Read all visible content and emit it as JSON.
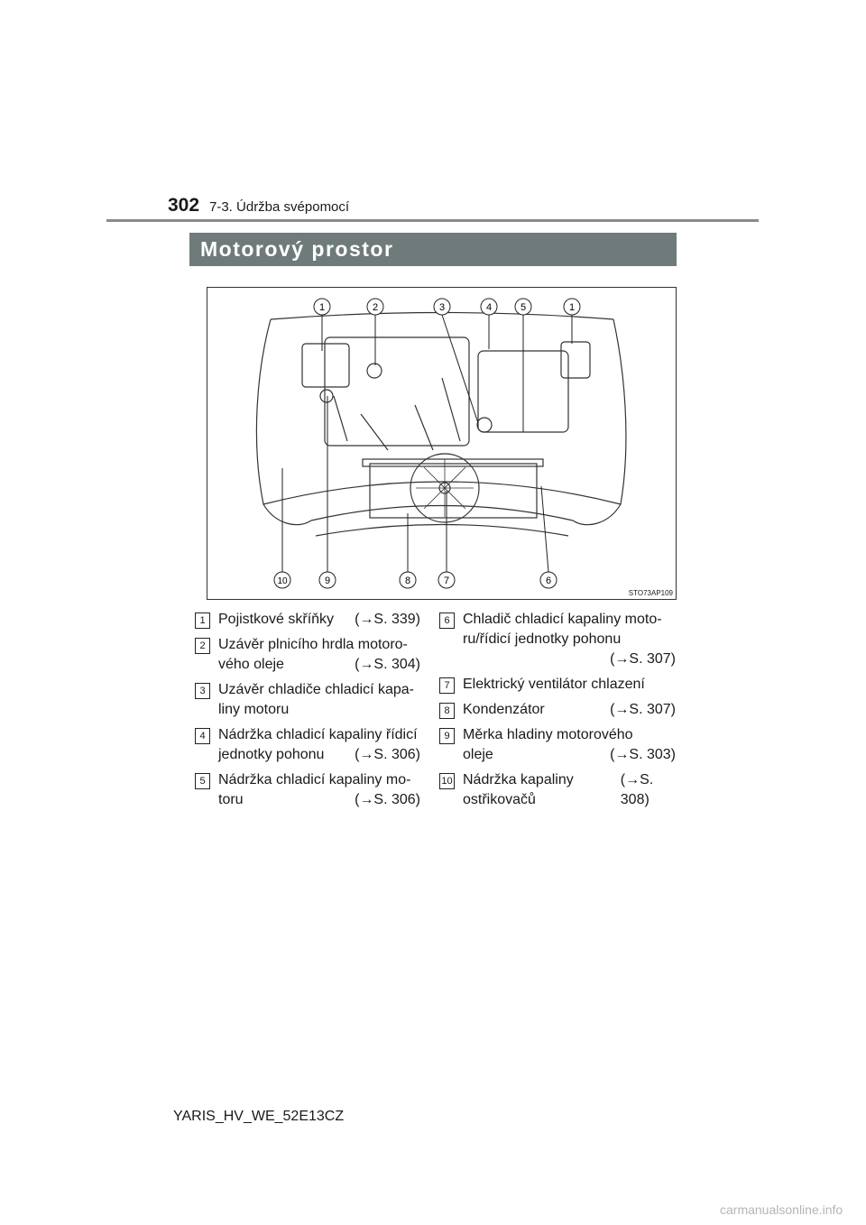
{
  "header": {
    "page_number": "302",
    "section": "7-3. Údržba svépomocí"
  },
  "banner": {
    "title": "Motorový prostor"
  },
  "figure": {
    "image_code": "STO73AP109",
    "top_callouts": [
      "1",
      "2",
      "3",
      "4",
      "5",
      "1"
    ],
    "bottom_callouts": [
      "10",
      "9",
      "8",
      "7",
      "6"
    ]
  },
  "legend_left": [
    {
      "num": "1",
      "lines": [
        "Pojistkové skříňky"
      ],
      "ref": "(→S. 339)"
    },
    {
      "num": "2",
      "lines": [
        "Uzávěr plnicího hrdla motoro-",
        "vého oleje"
      ],
      "ref": "(→S. 304)"
    },
    {
      "num": "3",
      "lines": [
        "Uzávěr chladiče chladicí kapa-",
        "liny motoru"
      ],
      "ref": ""
    },
    {
      "num": "4",
      "lines": [
        "Nádržka chladicí kapaliny řídicí",
        "jednotky pohonu"
      ],
      "ref": "(→S. 306)"
    },
    {
      "num": "5",
      "lines": [
        "Nádržka chladicí kapaliny mo-",
        "toru"
      ],
      "ref": "(→S. 306)"
    }
  ],
  "legend_right": [
    {
      "num": "6",
      "lines": [
        "Chladič chladicí kapaliny moto-",
        "ru/řídicí jednotky pohonu"
      ],
      "ref": "(→S. 307)"
    },
    {
      "num": "7",
      "lines": [
        "Elektrický ventilátor chlazení"
      ],
      "ref": ""
    },
    {
      "num": "8",
      "lines": [
        "Kondenzátor"
      ],
      "ref": "(→S. 307)"
    },
    {
      "num": "9",
      "lines": [
        "Měrka hladiny motorového",
        "oleje"
      ],
      "ref": "(→S. 303)"
    },
    {
      "num": "10",
      "lines": [
        "Nádržka kapaliny ostřikovačů"
      ],
      "ref": "(→S. 308)"
    }
  ],
  "footer": {
    "doc_id": "YARIS_HV_WE_52E13CZ"
  },
  "watermark": "carmanualsonline.info"
}
